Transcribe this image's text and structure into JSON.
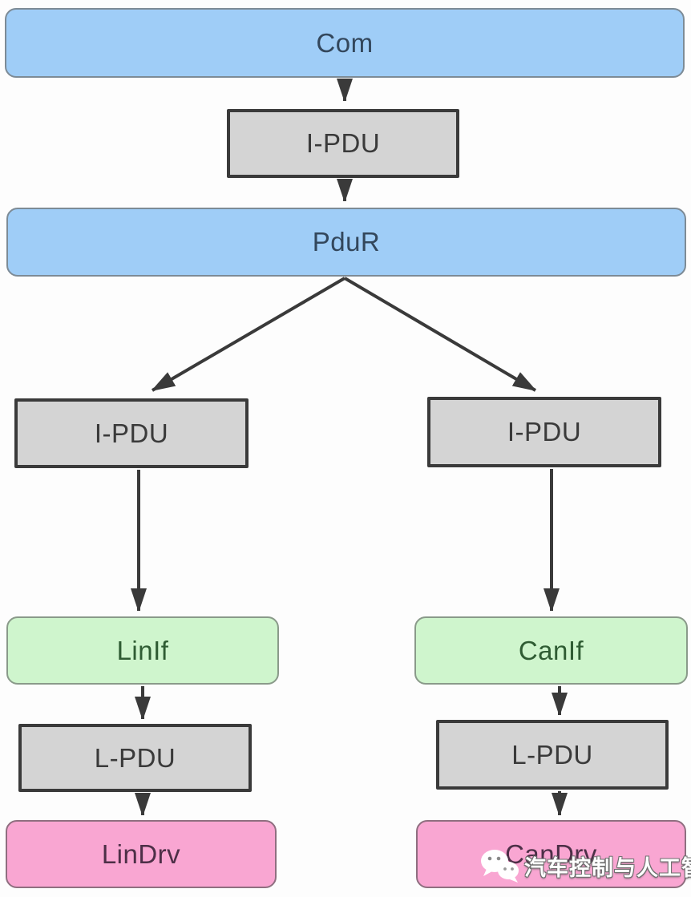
{
  "diagram": {
    "type": "flowchart",
    "nodes": {
      "com": {
        "label": "Com",
        "kind": "service-layer",
        "fill": "#9fcdf7"
      },
      "ipdu_top": {
        "label": "I-PDU",
        "kind": "pdu",
        "fill": "#d4d4d4"
      },
      "pdur": {
        "label": "PduR",
        "kind": "service-layer",
        "fill": "#9fcdf7"
      },
      "ipdu_left": {
        "label": "I-PDU",
        "kind": "pdu",
        "fill": "#d4d4d4"
      },
      "ipdu_right": {
        "label": "I-PDU",
        "kind": "pdu",
        "fill": "#d4d4d4"
      },
      "linif": {
        "label": "LinIf",
        "kind": "interface",
        "fill": "#cff5cd"
      },
      "canif": {
        "label": "CanIf",
        "kind": "interface",
        "fill": "#cff5cd"
      },
      "lpdu_left": {
        "label": "L-PDU",
        "kind": "pdu",
        "fill": "#d4d4d4"
      },
      "lpdu_right": {
        "label": "L-PDU",
        "kind": "pdu",
        "fill": "#d4d4d4"
      },
      "lindrv": {
        "label": "LinDrv",
        "kind": "driver",
        "fill": "#f9a6d2"
      },
      "candrv": {
        "label": "CanDrv",
        "kind": "driver",
        "fill": "#f9a6d2"
      }
    },
    "edges": [
      {
        "from": "com",
        "to": "ipdu_top"
      },
      {
        "from": "ipdu_top",
        "to": "pdur"
      },
      {
        "from": "pdur",
        "to": "ipdu_left"
      },
      {
        "from": "pdur",
        "to": "ipdu_right"
      },
      {
        "from": "ipdu_left",
        "to": "linif"
      },
      {
        "from": "ipdu_right",
        "to": "canif"
      },
      {
        "from": "linif",
        "to": "lpdu_left"
      },
      {
        "from": "canif",
        "to": "lpdu_right"
      },
      {
        "from": "lpdu_left",
        "to": "lindrv"
      },
      {
        "from": "lpdu_right",
        "to": "candrv"
      }
    ],
    "colors": {
      "blue_fill": "#9fcdf7",
      "blue_text": "#33475c",
      "gray_fill": "#d4d4d4",
      "gray_border": "#3a3a3a",
      "green_fill": "#cff5cd",
      "green_text": "#2f5c33",
      "pink_fill": "#f9a6d2",
      "pink_text": "#4d2f47",
      "arrow": "#3a3a3a"
    }
  },
  "watermark": {
    "icon": "wechat-icon",
    "text": "汽车控制与人工智能"
  }
}
